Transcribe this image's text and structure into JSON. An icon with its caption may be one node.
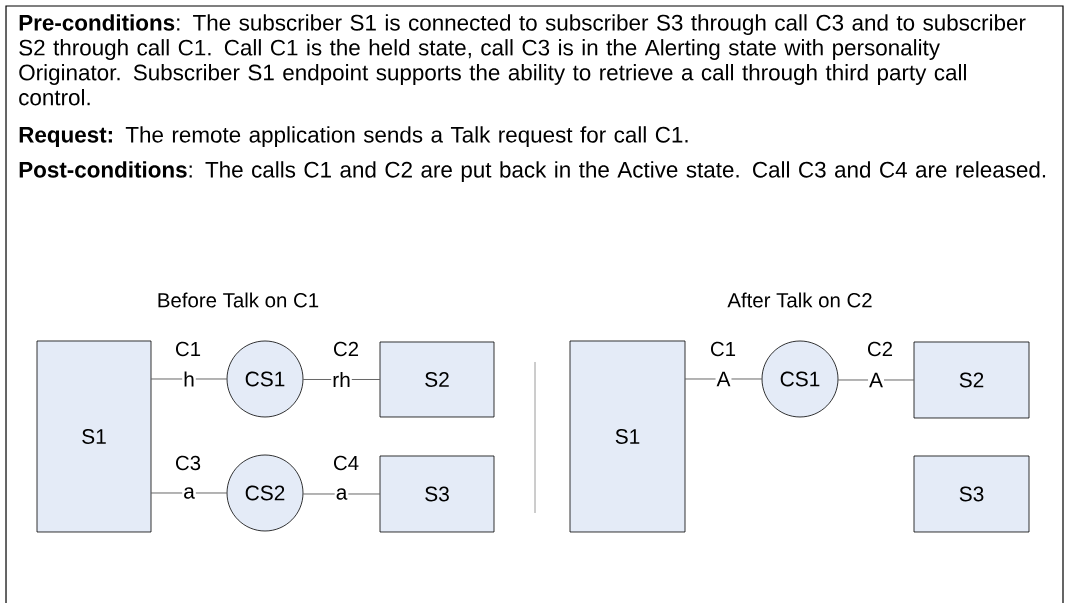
{
  "diagram": {
    "nodes": [
      {
        "text": [
          "S1"
        ]
      },
      {
        "text": [
          "CS1"
        ]
      },
      {
        "text": [
          "S2"
        ]
      },
      {
        "text": [
          "CS2"
        ]
      },
      {
        "text": [
          "S3"
        ]
      },
      {
        "text": [
          "S1"
        ]
      },
      {
        "text": [
          "CS1"
        ]
      },
      {
        "text": [
          "S2"
        ]
      },
      {
        "text": [
          "S3"
        ]
      }
    ],
    "edges": [
      {
        "from": 0,
        "to": 1,
        "arrow": "none",
        "label": "h"
      },
      {
        "from": 1,
        "to": 2,
        "arrow": "none",
        "label": "rh"
      },
      {
        "from": 0,
        "to": 3,
        "arrow": "none",
        "label": "a"
      },
      {
        "from": 3,
        "to": 4,
        "arrow": "none",
        "label": "a"
      },
      {
        "from": 5,
        "to": 6,
        "arrow": "none",
        "label": "A"
      },
      {
        "from": 6,
        "to": 7,
        "arrow": "none",
        "label": "A"
      }
    ],
    "labels": [
      "**Pre-conditions**:  The subscriber S1 is connected to subscriber S3 through call C3 and to subscriber S2 through call C1.  Call C1 is the held state, call C3 is in the Alerting state with personality Originator.  Subscriber S1 endpoint supports the ability to retrieve a call through third party call control.",
      "**Request:**  The remote application sends a Talk request for call C1.",
      "**Post-conditions**:  The calls C1 and C2 are put back in the Active state.  Call C3 and C4 are released.",
      "Before Talk on C1",
      "After Talk on C2",
      "C1",
      "C2",
      "C1",
      "C2",
      "C3",
      "C4"
    ]
  }
}
